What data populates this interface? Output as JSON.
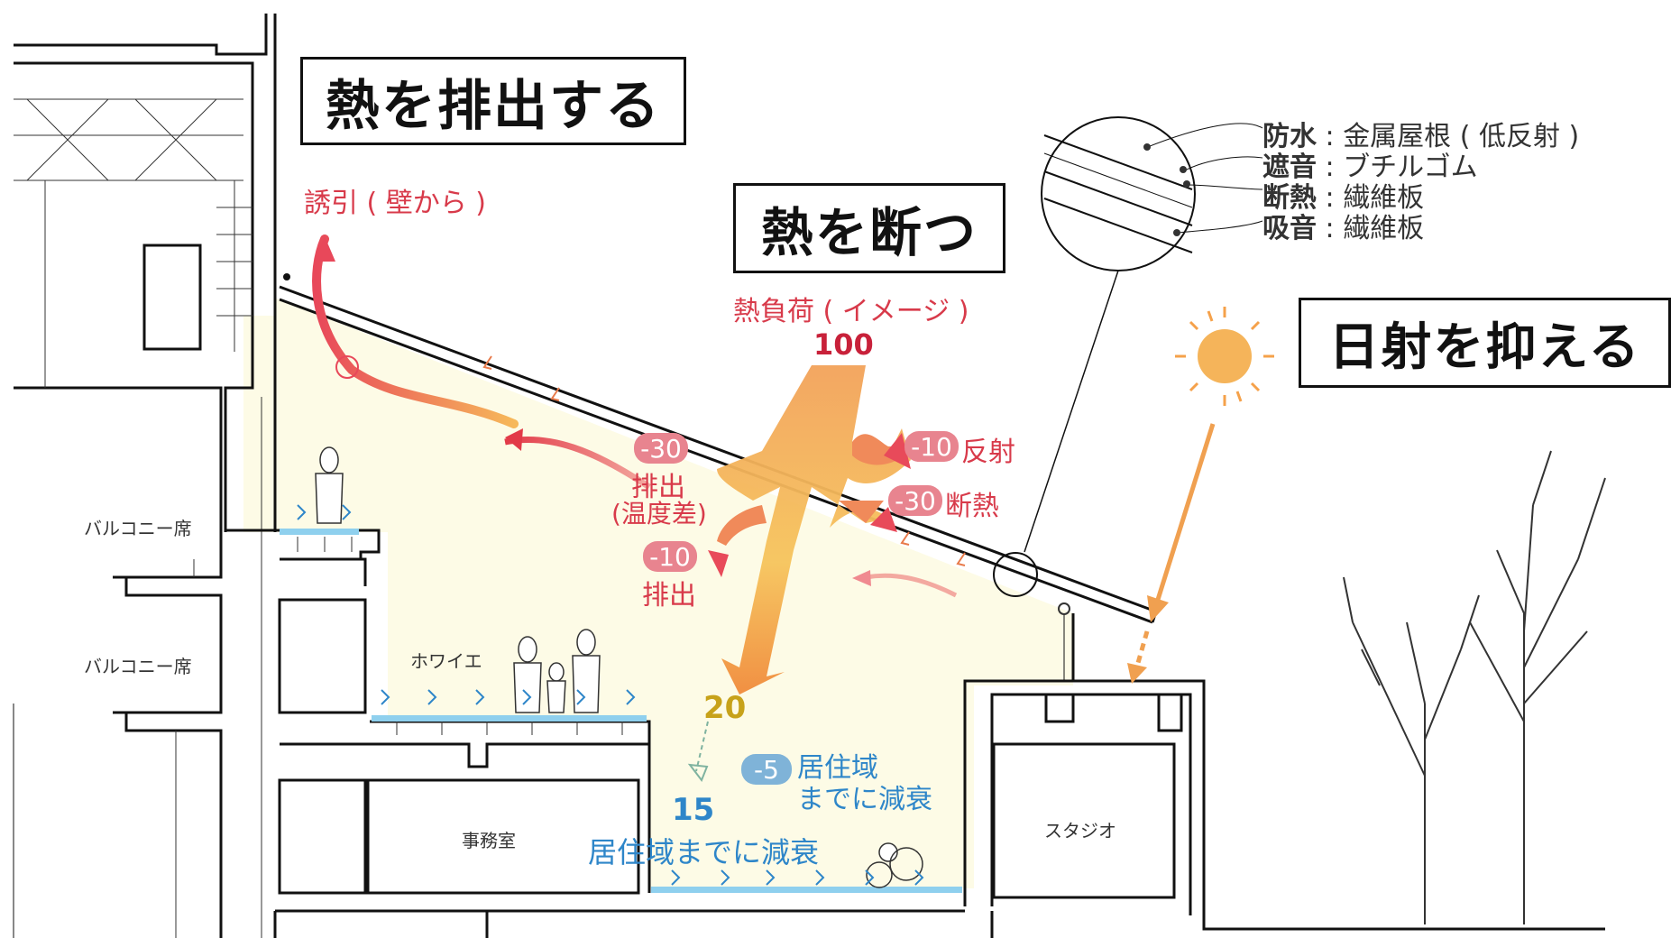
{
  "headings": {
    "exhaust": "熱を排出する",
    "insulate": "熱を断つ",
    "solar": "日射を抑える"
  },
  "labels": {
    "induction": "誘引 ( 壁から )",
    "heat_load": "熱負荷 ( イメージ )",
    "heat_load_value": "100",
    "reflect_value": "-10",
    "reflect_label": "反射",
    "insulate_value": "-30",
    "insulate_label": "断熱",
    "exhaust_temp_value": "-30",
    "exhaust_temp_label1": "排出",
    "exhaust_temp_label2": "(温度差)",
    "exhaust_value": "-10",
    "exhaust_label": "排出",
    "remain_value": "20",
    "reduce_value": "-5",
    "reduce_label1": "居住域",
    "reduce_label2": "までに減衰",
    "final_value": "15",
    "final_label": "居住域までに減衰"
  },
  "roof_layers": [
    {
      "name": "防水",
      "material": "金属屋根 ( 低反射 )"
    },
    {
      "name": "遮音",
      "material": "ブチルゴム"
    },
    {
      "name": "断熱",
      "material": "繊維板"
    },
    {
      "name": "吸音",
      "material": "繊維板"
    }
  ],
  "rooms": {
    "balcony1": "バルコニー席",
    "balcony2": "バルコニー席",
    "foyer": "ホワイエ",
    "office": "事務室",
    "studio": "スタジオ"
  },
  "colors": {
    "red": "#d83a4a",
    "blue": "#2e86c9",
    "olive": "#c7a21a",
    "sun": "#f5a14a",
    "warm_zone": "#fdfbe6",
    "floor_blue": "#8fd0ee"
  }
}
